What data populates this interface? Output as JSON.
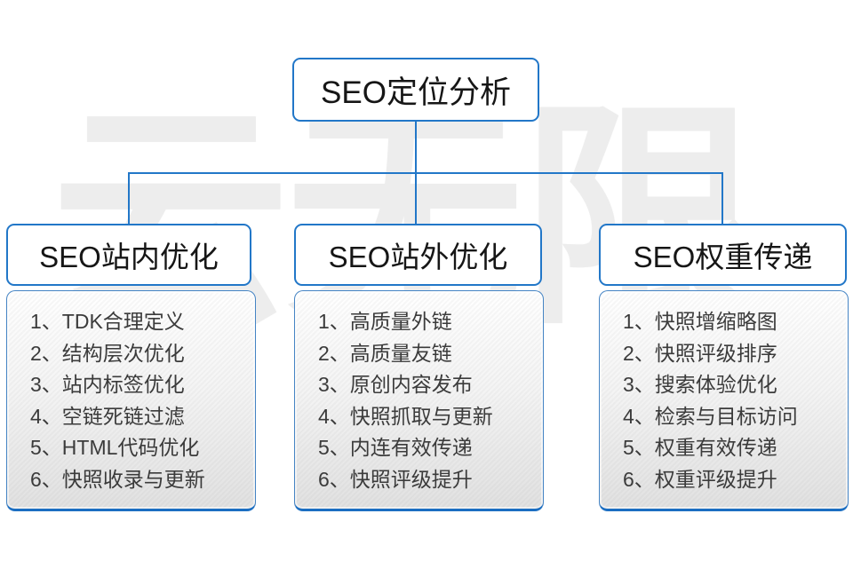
{
  "watermark": "云无限",
  "root": {
    "title": "SEO定位分析"
  },
  "columns": [
    {
      "title": "SEO站内优化",
      "items": [
        "1、TDK合理定义",
        "2、结构层次优化",
        "3、站内标签优化",
        "4、空链死链过滤",
        "5、HTML代码优化",
        "6、快照收录与更新"
      ]
    },
    {
      "title": "SEO站外优化",
      "items": [
        "1、高质量外链",
        "2、高质量友链",
        "3、原创内容发布",
        "4、快照抓取与更新",
        "5、内连有效传递",
        "6、快照评级提升"
      ]
    },
    {
      "title": "SEO权重传递",
      "items": [
        "1、快照增缩略图",
        "2、快照评级排序",
        "3、搜索体验优化",
        "4、检索与目标访问",
        "5、权重有效传递",
        "6、权重评级提升"
      ]
    }
  ],
  "colors": {
    "connector": "#2277c8",
    "node_border": "#2277c8",
    "panel_bottom_border": "#1b6ec2",
    "watermark": "#ededed"
  }
}
